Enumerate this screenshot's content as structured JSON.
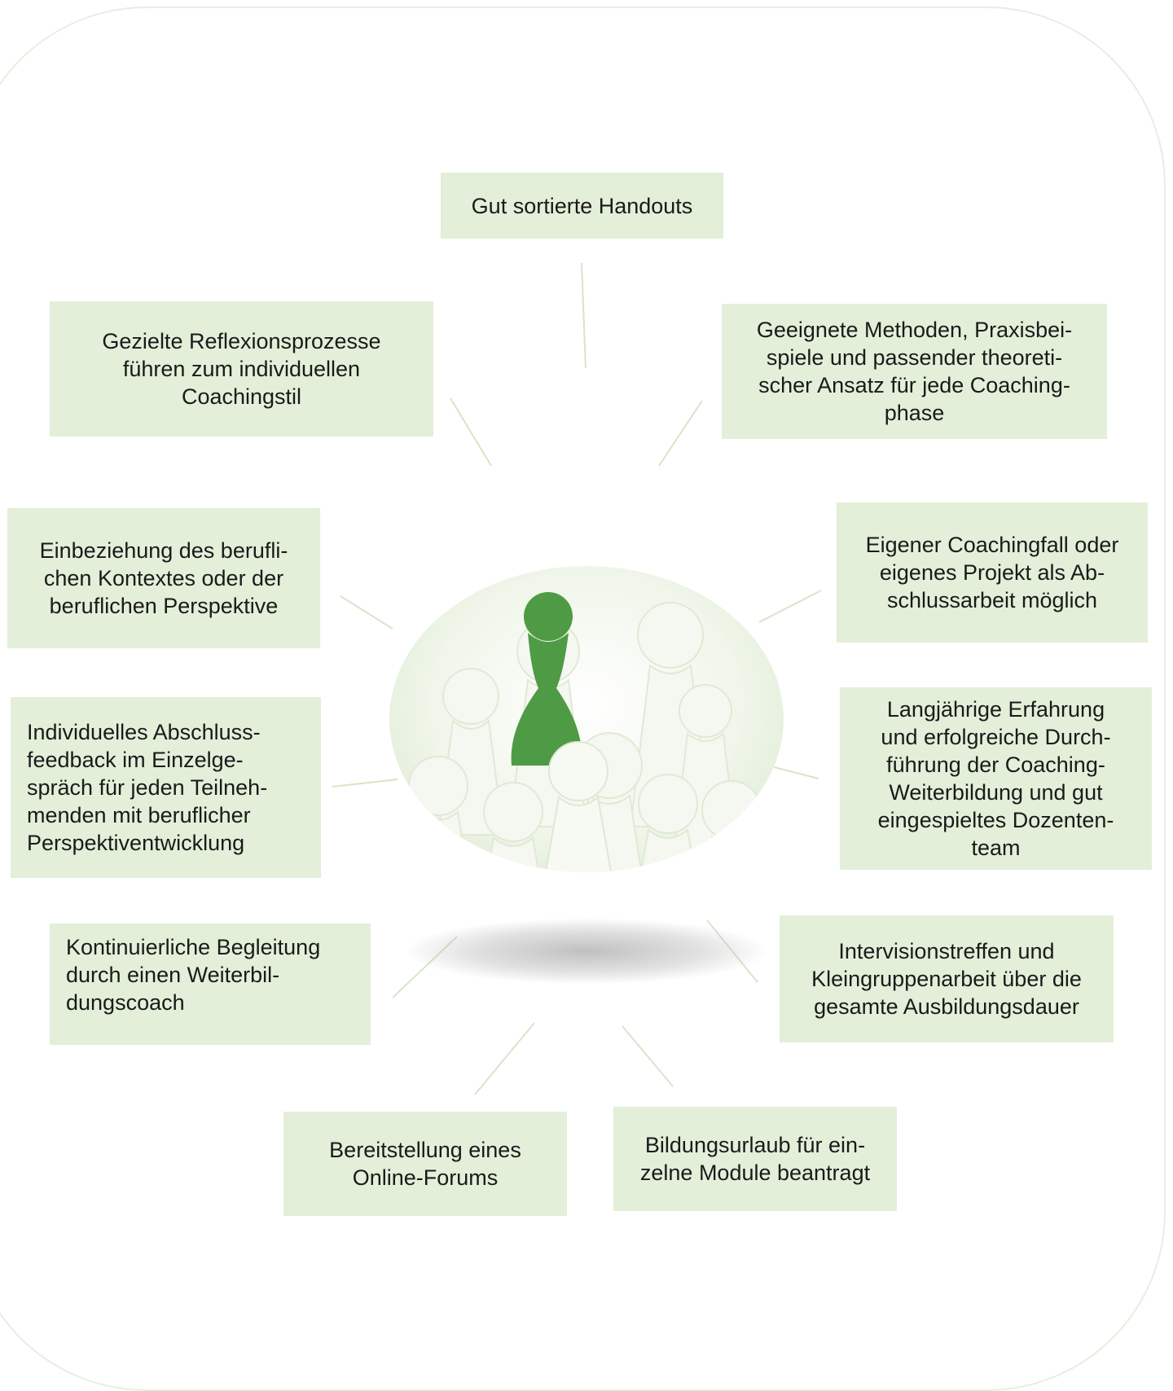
{
  "center_image": "green-pawn-among-white-pawns",
  "colors": {
    "box_fill": "#e3efd9",
    "connector": "#d6e6c9",
    "frame_border": "#e6efe0",
    "accent_pawn": "#4f9b45"
  },
  "items": [
    {
      "id": "handouts",
      "text": "Gut sortierte Handouts"
    },
    {
      "id": "reflexion",
      "text": "Gezielte Reflexionsprozesse\nführen zum individuellen\nCoachingstil"
    },
    {
      "id": "methoden",
      "text": "Geeignete Methoden, Praxisbei-\nspiele und passender theoreti-\nscher Ansatz für jede Coaching-\nphase"
    },
    {
      "id": "kontext",
      "text": "Einbeziehung des berufli-\nchen Kontextes oder der\nberuflichen Perspektive"
    },
    {
      "id": "coachingfall",
      "text": "Eigener Coachingfall oder\neigenes Projekt als Ab-\nschlussarbeit möglich"
    },
    {
      "id": "feedback",
      "text": "Individuelles Abschluss-\nfeedback im Einzelge-\nspräch für jeden Teilneh-\nmenden mit beruflicher\nPerspektiventwicklung"
    },
    {
      "id": "erfahrung",
      "text": "Langjährige Erfahrung\nund erfolgreiche Durch-\nführung der Coaching-\nWeiterbildung und gut\neingespieltes Dozenten-\nteam"
    },
    {
      "id": "begleitung",
      "text": "Kontinuierliche Begleitung\ndurch einen Weiterbil-\ndungscoach"
    },
    {
      "id": "intervision",
      "text": "Intervisionstreffen und\nKleingruppenarbeit über die\ngesamte Ausbildungsdauer"
    },
    {
      "id": "forum",
      "text": "Bereitstellung eines\nOnline-Forums"
    },
    {
      "id": "bildungsurlaub",
      "text": "Bildungsurlaub für ein-\nzelne Module beantragt"
    }
  ]
}
